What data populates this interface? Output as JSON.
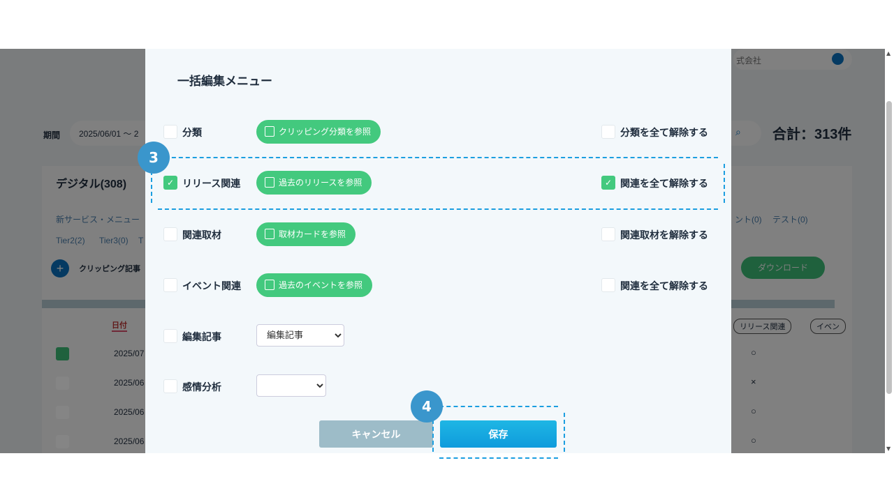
{
  "background": {
    "company_select": "式会社",
    "period_label": "期間",
    "period_value": "2025/06/01 ～ 2",
    "total": "合計：313件",
    "tab_digital": "デジタル(308)",
    "categories_row1": [
      "新サービス・メニュー",
      "ント(0)",
      "テスト(0)"
    ],
    "categories_row2": [
      "Tier2(2)",
      "Tier3(0)",
      "T"
    ],
    "add_clipping": "クリッピング記事",
    "download": "ダウンロード",
    "date_header": "日付",
    "release_filter": "リリース関連",
    "event_filter": "イベン",
    "rows": [
      {
        "date": "2025/07",
        "checked": true,
        "mark": "○"
      },
      {
        "date": "2025/06",
        "checked": false,
        "mark": "×"
      },
      {
        "date": "2025/06",
        "checked": false,
        "mark": "○"
      },
      {
        "date": "2025/06",
        "checked": false,
        "mark": "○"
      }
    ]
  },
  "modal": {
    "title": "一括編集メニュー",
    "rows": [
      {
        "label": "分類",
        "checked": false,
        "button": "クリッピング分類を参照",
        "right_label": "分類を全て解除する",
        "right_checked": false
      },
      {
        "label": "リリース関連",
        "checked": true,
        "button": "過去のリリースを参照",
        "right_label": "関連を全て解除する",
        "right_checked": true
      },
      {
        "label": "関連取材",
        "checked": false,
        "button": "取材カードを参照",
        "right_label": "関連取材を解除する",
        "right_checked": false
      },
      {
        "label": "イベント関連",
        "checked": false,
        "button": "過去のイベントを参照",
        "right_label": "関連を全て解除する",
        "right_checked": false
      },
      {
        "label": "編集記事",
        "checked": false,
        "select": "編集記事"
      },
      {
        "label": "感情分析",
        "checked": false,
        "select": ""
      }
    ],
    "cancel": "キャンセル",
    "save": "保存"
  },
  "callouts": {
    "step3": "3",
    "step4": "4"
  },
  "colors": {
    "green": "#43c97e",
    "save": "#0e9bdc",
    "callout": "#3a96cc"
  }
}
